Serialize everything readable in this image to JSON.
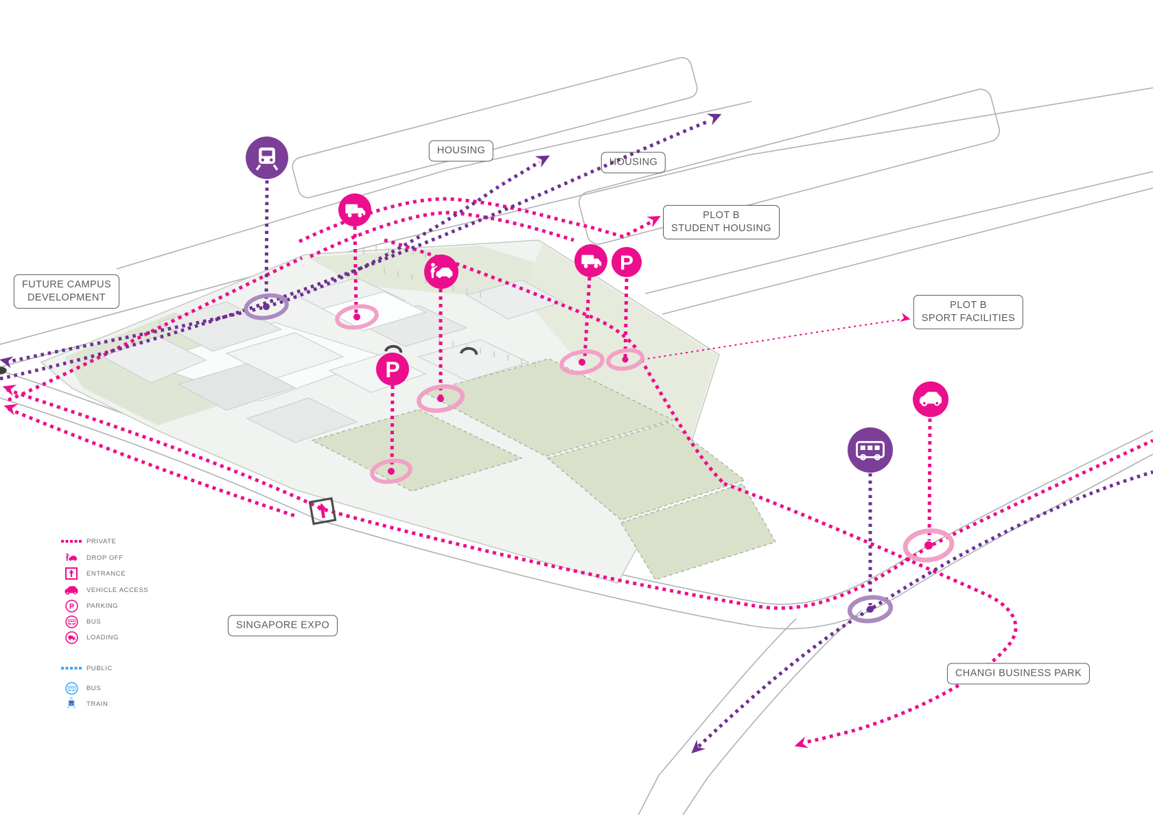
{
  "labels": {
    "housing_1": "HOUSING",
    "housing_2": "HOUSING",
    "plot_b_student_line1": "PLOT B",
    "plot_b_student_line2": "STUDENT HOUSING",
    "future_campus_line1": "FUTURE CAMPUS",
    "future_campus_line2": "DEVELOPMENT",
    "plot_b_sport_line1": "PLOT B",
    "plot_b_sport_line2": "SPORT FACILITIES",
    "singapore_expo": "SINGAPORE EXPO",
    "changi_business_park": "CHANGI BUSINESS PARK"
  },
  "parking_letter": "P",
  "legend": {
    "private": {
      "label": "PRIVATE",
      "items": [
        {
          "icon": "drop-off-icon",
          "label": "DROP OFF"
        },
        {
          "icon": "entrance-icon",
          "label": "ENTRANCE"
        },
        {
          "icon": "vehicle-access-icon",
          "label": "VEHICLE ACCESS"
        },
        {
          "icon": "parking-icon",
          "label": "PARKING"
        },
        {
          "icon": "bus-icon",
          "label": "BUS"
        },
        {
          "icon": "loading-icon",
          "label": "LOADING"
        }
      ]
    },
    "public": {
      "label": "PUBLIC",
      "items": [
        {
          "icon": "bus-icon",
          "label": "BUS"
        },
        {
          "icon": "train-icon",
          "label": "TRAIN"
        }
      ]
    }
  },
  "map_icons": [
    {
      "name": "train-station-icon",
      "type": "train",
      "color": "purple"
    },
    {
      "name": "public-bus-stop-icon",
      "type": "bus",
      "color": "purple"
    },
    {
      "name": "loading-icon-north",
      "type": "truck",
      "color": "pink"
    },
    {
      "name": "drop-off-icon",
      "type": "person-car",
      "color": "pink"
    },
    {
      "name": "loading-icon-east",
      "type": "truck",
      "color": "pink"
    },
    {
      "name": "parking-icon-east",
      "type": "P",
      "color": "pink"
    },
    {
      "name": "parking-icon-center",
      "type": "P",
      "color": "pink"
    },
    {
      "name": "vehicle-access-icon",
      "type": "car",
      "color": "pink"
    },
    {
      "name": "entrance-icon",
      "type": "square-arrow",
      "color": "gray-pink"
    }
  ],
  "colors": {
    "private_pink": "#EC0E8C",
    "route_purple": "#6E3191",
    "icon_purple": "#7B3F98",
    "legend_public_blue": "#3FA9F5",
    "node_ring_pink": "#F2A0C6",
    "node_ring_purple": "#A98BC0",
    "label_gray": "#58595B",
    "road_gray": "#ADB2B2",
    "site_green": "#DFE6D5"
  }
}
